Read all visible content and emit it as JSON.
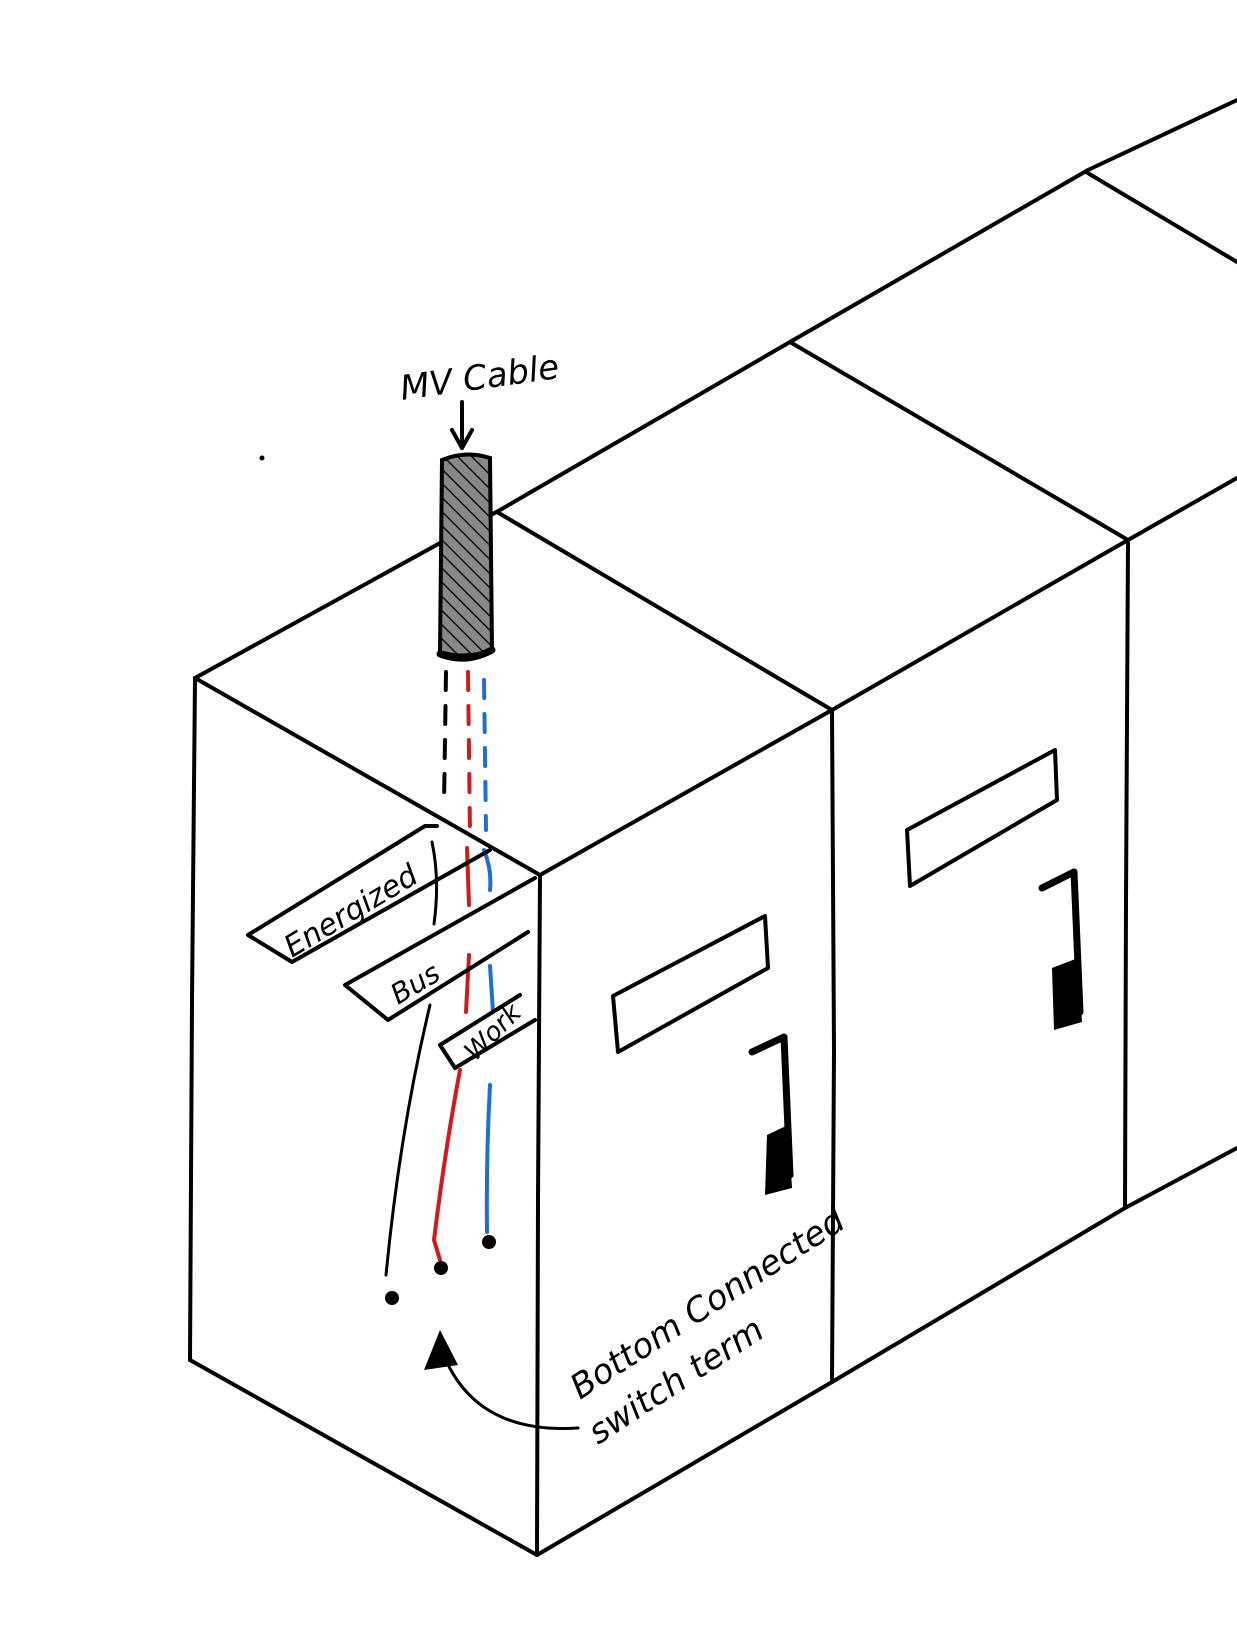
{
  "labels": {
    "cable": "MV Cable",
    "tag_energized": "Energized",
    "tag_bus": "Bus",
    "tag_work": "Work",
    "note_line1": "Bottom Connected",
    "note_line2": "switch term"
  },
  "colors": {
    "ink": "#000000",
    "phase_red": "#d11a1a",
    "phase_blue": "#1f6fd1",
    "cable_fill": "#555555"
  }
}
